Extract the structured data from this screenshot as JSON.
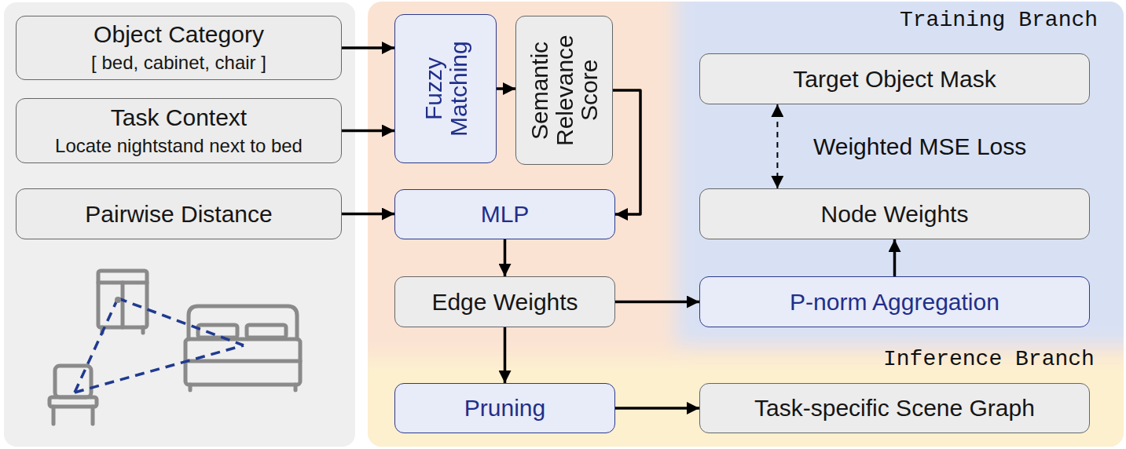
{
  "diagram": {
    "nodes": [
      {
        "text": [
          "Object Category",
          "[ bed, cabinet, chair ]"
        ]
      },
      {
        "text": [
          "Task Context",
          "Locate nightstand next to bed"
        ]
      },
      {
        "text": [
          "Pairwise Distance"
        ]
      },
      {
        "text": [
          "Fuzzy Matching"
        ]
      },
      {
        "text": [
          "Semantic Relevance Score"
        ]
      },
      {
        "text": [
          "Target Object Mask"
        ]
      },
      {
        "text": [
          "MLP"
        ]
      },
      {
        "text": [
          "Node Weights"
        ]
      },
      {
        "text": [
          "Edge Weights"
        ]
      },
      {
        "text": [
          "P-norm Aggregation"
        ]
      },
      {
        "text": [
          "Pruning"
        ]
      },
      {
        "text": [
          "Task-specific Scene Graph"
        ]
      }
    ],
    "edges": [
      {
        "from": 0,
        "to": 3,
        "arrow": "to"
      },
      {
        "from": 1,
        "to": 3,
        "arrow": "to"
      },
      {
        "from": 3,
        "to": 4,
        "arrow": "to"
      },
      {
        "from": 4,
        "to": 6,
        "arrow": "to"
      },
      {
        "from": 2,
        "to": 6,
        "arrow": "to"
      },
      {
        "from": 6,
        "to": 8,
        "arrow": "to"
      },
      {
        "from": 8,
        "to": 9,
        "arrow": "to"
      },
      {
        "from": 8,
        "to": 10,
        "arrow": "to"
      },
      {
        "from": 10,
        "to": 11,
        "arrow": "to"
      },
      {
        "from": 9,
        "to": 7,
        "arrow": "to"
      },
      {
        "from": 7,
        "to": 5,
        "arrow": "both"
      }
    ],
    "labels": [
      "Training Branch",
      "Weighted MSE Loss",
      "Inference Branch"
    ]
  }
}
